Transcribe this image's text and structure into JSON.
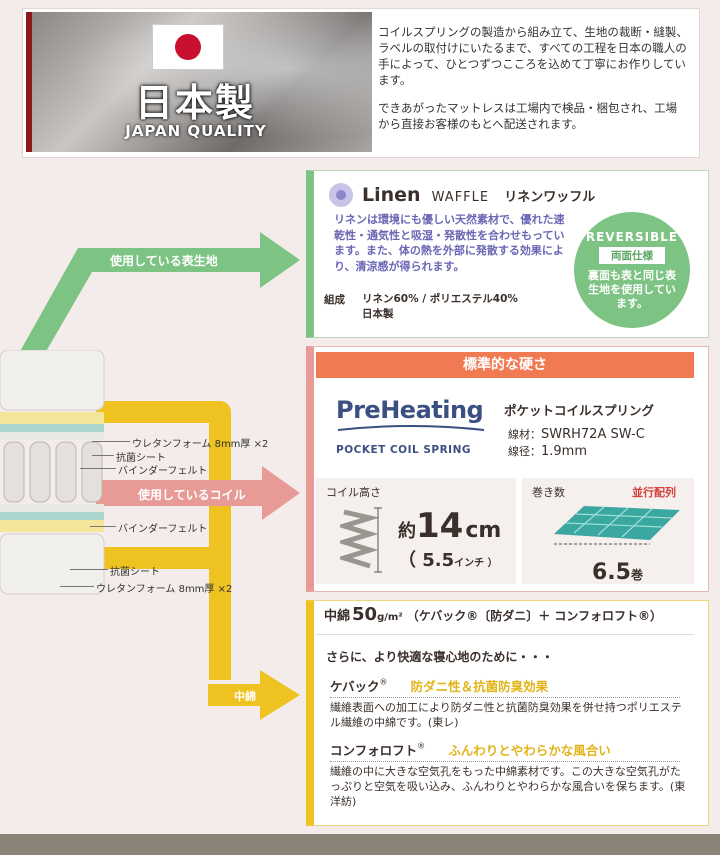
{
  "header": {
    "made_in": "日本製",
    "quality": "JAPAN QUALITY",
    "intro1": "コイルスプリングの製造から組み立て、生地の裁断・縫製、ラベルの取付けにいたるまで、すべての工程を日本の職人の手によって、ひとつずつこころを込めて丁寧にお作りしています。",
    "intro2": "できあがったマットレスは工場内で検品・梱包され、工場から直接お客様のもとへ配送されます。"
  },
  "layers": {
    "urethane_top": "ウレタンフォーム 8mm厚 ×2",
    "antibac_top": "抗菌シート",
    "binder_top": "バインダーフェルト",
    "binder_bottom": "バインダーフェルト",
    "antibac_bottom": "抗菌シート",
    "urethane_bottom": "ウレタンフォーム 8mm厚 ×2"
  },
  "arrows": {
    "fabric": "使用している表生地",
    "coil": "使用しているコイル",
    "padding": "中綿"
  },
  "linen": {
    "brand": "Linen",
    "sub": "WAFFLE",
    "jp": "リネンワッフル",
    "desc": "リネンは環境にも優しい天然素材で、優れた速乾性・通気性と吸湿・発散性を合わせもっています。また、体の熱を外部に発散する効果により、清涼感が得られます。",
    "comp_label": "組成",
    "comp_value": "リネン60% / ポリエステル40%",
    "origin": "日本製",
    "rev_title": "REVERSIBLE",
    "rev_sub": "両面仕様",
    "rev_text": "裏面も表と同じ表生地を使用しています。"
  },
  "coil": {
    "header": "標準的な硬さ",
    "logo_main": "PreHeating",
    "logo_sub": "POCKET COIL SPRING",
    "type": "ポケットコイルスプリング",
    "wire_label": "線材：",
    "wire_value": "SWRH72A SW-C",
    "dia_label": "線径：",
    "dia_value": "1.9mm",
    "height_label": "コイル高さ",
    "height_prefix": "約",
    "height_value": "14",
    "height_unit": "cm",
    "height_inch": "（ 5.5",
    "height_inch_unit": "インチ ）",
    "turns_label": "巻き数",
    "arrange": "並行配列",
    "turns_value": "6.5",
    "turns_unit": "巻"
  },
  "pad": {
    "title_prefix": "中綿",
    "title_num": "50",
    "title_unit": "g/m²",
    "title_rest": "（ケバック®〔防ダニ〕＋ コンフォロフト®）",
    "lead": "さらに、より快適な寝心地のために・・・",
    "item1_name": "ケバック",
    "item1_tag": "防ダニ性＆抗菌防臭効果",
    "item1_desc": "繊維表面への加工により防ダニ性と抗菌防臭効果を併せ持つポリエステル繊維の中綿です。(東レ)",
    "item2_name": "コンフォロフト",
    "item2_tag": "ふんわりとやわらかな風合い",
    "item2_desc": "繊維の中に大きな空気孔をもった中綿素材です。この大きな空気孔がたっぷりと空気を吸い込み、ふんわりとやわらかな風合いを保ちます。(東洋紡)",
    "reg": "®"
  },
  "colors": {
    "green": "#7dc383",
    "pink": "#e89a96",
    "yellow": "#edc221",
    "orange_header": "#f07a52",
    "teal": "#3aa7a0",
    "red_flag": "#c8102e"
  }
}
